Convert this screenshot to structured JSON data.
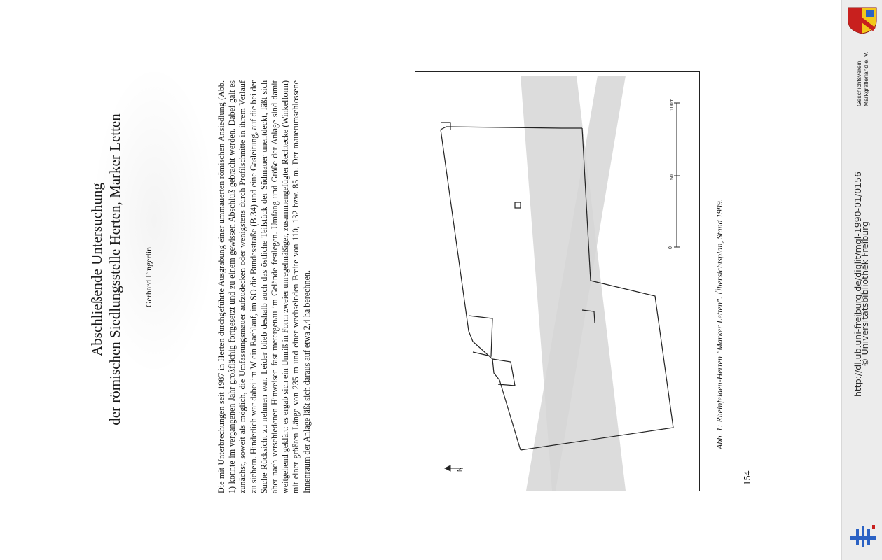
{
  "article": {
    "title_line1": "Abschließende Untersuchung",
    "title_line2": "der römischen Siedlungsstelle Herten, Marker Letten",
    "author": "Gerhard Fingerlin",
    "body": "Die mit Unterbrechungen seit 1987 in Herten durchgeführte Ausgrabung einer ummauerten römischen Ansiedlung (Abb. 1) konnte im vergangenen Jahr großflächig fortgesetzt und zu einem gewissen Abschluß gebracht werden. Dabei galt es zunächst, soweit als möglich, die Umfassungsmauer aufzudecken oder wenigstens durch Profilschnitte in ihrem Verlauf zu sichern. Hinderlich war dabei im W ein Bachlauf, im SO die Bundesstraße (B 34) und eine Gasleitung, auf die bei der Suche Rücksicht zu nehmen war. Leider blieb deshalb auch das östliche Teilstück der Südmauer unentdeckt, läßt sich aber nach verschiedenen Hinweisen fast metergenau im Gelände festlegen. Umfang und Größe der Anlage sind damit weitgehend geklärt: es ergab sich ein Umriß in Form zweier unregelmäßiger, zusammengefügter Rechtecke (Winkelform) mit einer größten Länge von 235 m und einer wechselnden Breite von 110, 132 bzw. 85 m. Der mauerumschlossene Innenraum der Anlage läßt sich daraus auf etwa 2,4 ha berechnen.",
    "page_number": "154"
  },
  "figure": {
    "caption": "Abb. 1: Rheinfelden-Herten \"Marker Letten\". Übersichtsplan, Stand 1989.",
    "scale_labels": [
      "0",
      "50",
      "100m"
    ],
    "north_label": "N"
  },
  "sidebar": {
    "url": "http://dl.ub.uni-freiburg.de/diglit/mgl-1990-01/0156",
    "library": "© Universitätsbibliothek Freiburg",
    "society_line1": "Geschichtsverein",
    "society_line2": "Markgräflerland e. V.",
    "colors": {
      "background": "#ececec",
      "logo_blue": "#2b62c4",
      "crest_red": "#c8201e",
      "crest_yellow": "#f2c81a"
    },
    "icons": [
      "society-crest-icon",
      "university-library-logo-icon"
    ]
  }
}
